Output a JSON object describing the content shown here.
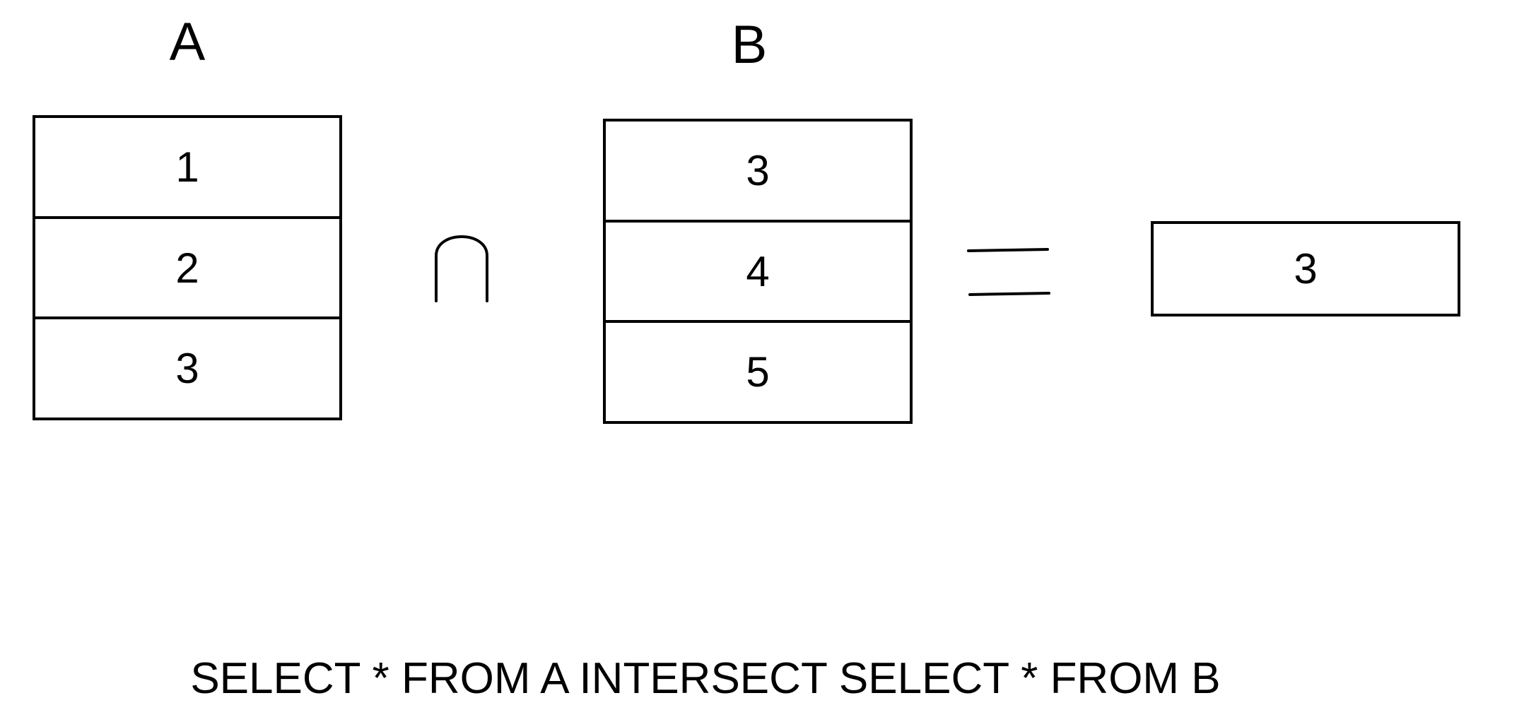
{
  "tables": {
    "a": {
      "title": "A",
      "rows": [
        "1",
        "2",
        "3"
      ]
    },
    "b": {
      "title": "B",
      "rows": [
        "3",
        "4",
        "5"
      ]
    }
  },
  "operators": {
    "intersect": "intersect-icon",
    "equals": "equals-icon"
  },
  "result": {
    "rows": [
      "3"
    ]
  },
  "caption": "SELECT * FROM A INTERSECT SELECT * FROM B"
}
